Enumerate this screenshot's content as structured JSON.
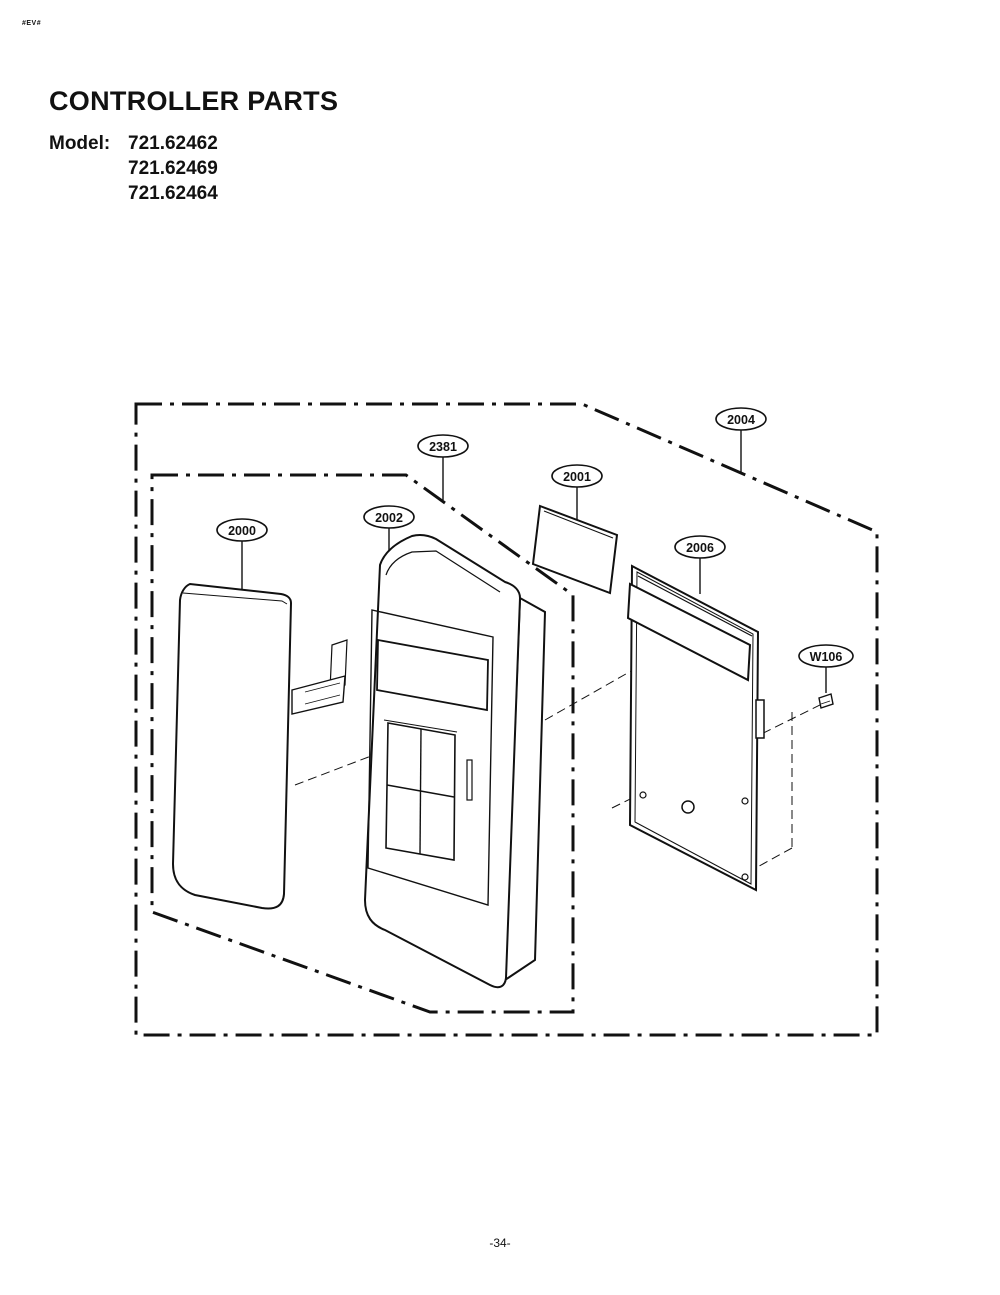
{
  "header": {
    "corner_code": "#EV#",
    "title": "CONTROLLER PARTS",
    "model_label": "Model:",
    "models": [
      "721.62462",
      "721.62469",
      "721.62464"
    ]
  },
  "callouts": {
    "c2004": "2004",
    "c2381": "2381",
    "c2001": "2001",
    "c2000": "2000",
    "c2002": "2002",
    "c2006": "2006",
    "cW106": "W106"
  },
  "footer": {
    "page_number": "-34-"
  }
}
